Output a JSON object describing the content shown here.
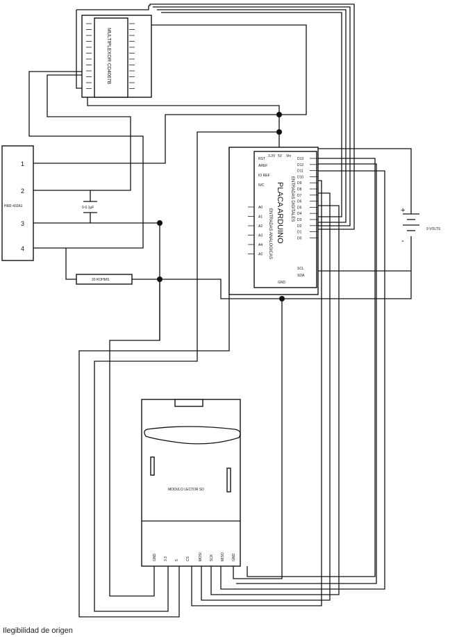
{
  "figure": {
    "caption": "Ilegibilidad de origen"
  },
  "hm2433a1": {
    "part_label": "HM2-433A1",
    "pins": [
      "1",
      "2",
      "3",
      "4"
    ]
  },
  "capacitor": {
    "label": "0-0.1µF"
  },
  "resistor": {
    "label": "20 KOHMS"
  },
  "multiplexor": {
    "title": "MULTIPLEXOR CD4067B"
  },
  "arduino": {
    "title": "PLACA ARDUINO",
    "digital_heading": "ENTRADAS DIGITALES",
    "analog_heading": "ENTRADAS ANALOGICAS",
    "top_pins": [
      "3.3V",
      "5V",
      "Vin"
    ],
    "left_pins": [
      "RST",
      "AREF",
      "IO REF",
      "N/C"
    ],
    "analog_pins": [
      "A0",
      "A1",
      "A2",
      "A3",
      "A4",
      "A5"
    ],
    "digital_pins": [
      "D13",
      "D12",
      "D11",
      "D10",
      "D9",
      "D8",
      "D7",
      "D6",
      "D5",
      "D4",
      "D3",
      "D2",
      "D1",
      "D0"
    ],
    "right_pins": [
      "SCL",
      "SDA"
    ],
    "gnd_label": "GND"
  },
  "battery": {
    "plus": "+",
    "minus": "-",
    "label": "9 VOLTS"
  },
  "sd_module": {
    "title": "MODULO LECTOR SD",
    "pins": [
      "GND",
      "3.3",
      "5",
      "CS",
      "MOSI",
      "SCK",
      "MISO",
      "GND"
    ]
  }
}
